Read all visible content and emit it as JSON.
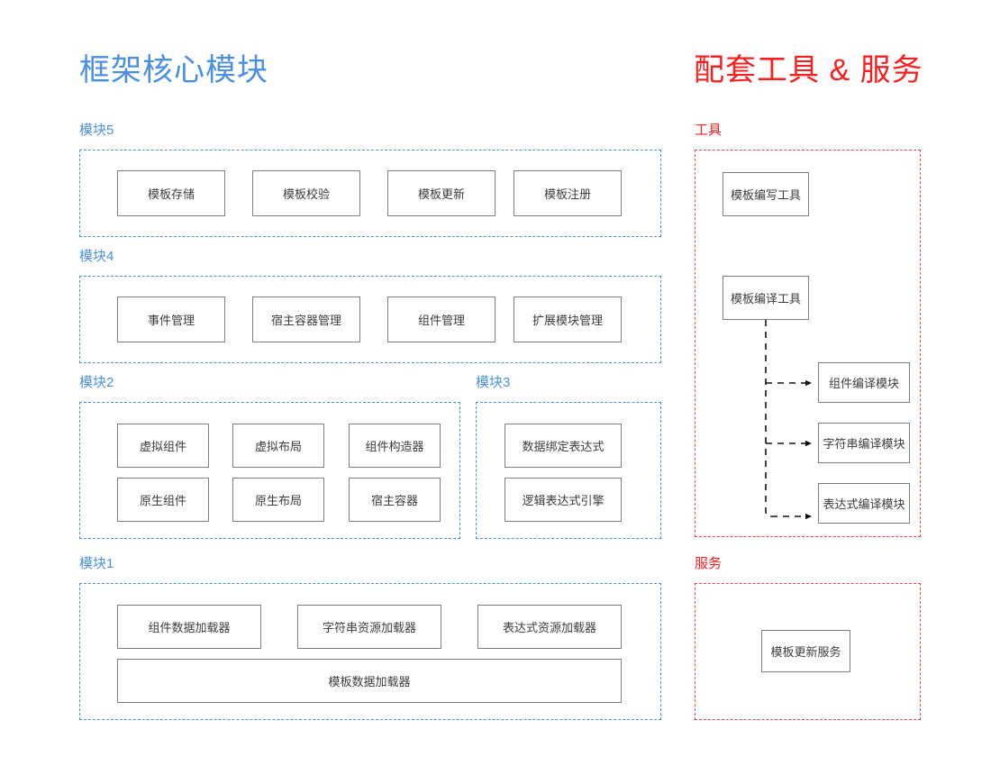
{
  "panels": {
    "left": {
      "title": "框架核心模块",
      "accent": "#4a90e2",
      "sections": [
        {
          "label": "模块5",
          "nodes": [
            "模板存储",
            "模板校验",
            "模板更新",
            "模板注册"
          ]
        },
        {
          "label": "模块4",
          "nodes": [
            "事件管理",
            "宿主容器管理",
            "组件管理",
            "扩展模块管理"
          ]
        },
        {
          "label": "模块2",
          "nodes": [
            "虚拟组件",
            "虚拟布局",
            "组件构造器",
            "原生组件",
            "原生布局",
            "宿主容器"
          ]
        },
        {
          "label": "模块3",
          "nodes": [
            "数据绑定表达式",
            "逻辑表达式引擎"
          ]
        },
        {
          "label": "模块1",
          "nodes": [
            "组件数据加载器",
            "字符串资源加载器",
            "表达式资源加载器",
            "模板数据加载器"
          ]
        }
      ]
    },
    "right": {
      "title": "配套工具 & 服务",
      "accent": "#fa1e1e",
      "sections": [
        {
          "label": "工具",
          "nodes": [
            "模板编写工具",
            "模板编译工具",
            "组件编译模块",
            "字符串编译模块",
            "表达式编译模块"
          ]
        },
        {
          "label": "服务",
          "nodes": [
            "模板更新服务"
          ]
        }
      ]
    }
  },
  "connections": [
    {
      "from": "模板编译工具",
      "to": "组件编译模块"
    },
    {
      "from": "模板编译工具",
      "to": "字符串编译模块"
    },
    {
      "from": "模板编译工具",
      "to": "表达式编译模块"
    }
  ]
}
